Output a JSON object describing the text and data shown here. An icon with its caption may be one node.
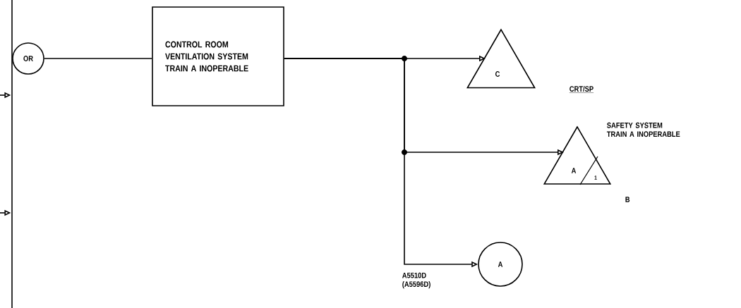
{
  "diagram": {
    "nodes": [
      {
        "text": [
          "OR"
        ]
      },
      {
        "text": [
          "CONTROL ROOM VENTILATION SYSTEM TRAIN A INOPERABLE"
        ]
      },
      {
        "text": [
          "C"
        ]
      },
      {
        "text": [
          "A",
          "1"
        ],
        "beside": [
          "SAFETY SYSTEM TRAIN A INOPERABLE",
          "B"
        ]
      },
      {
        "text": [
          "A"
        ]
      },
      {
        "text": [],
        "shape": "bar"
      }
    ],
    "edges": [
      {
        "from": null,
        "to": 5,
        "arrow": "to"
      },
      {
        "from": null,
        "to": 5,
        "arrow": "to"
      },
      {
        "from": 0,
        "to": 1,
        "arrow": "none"
      },
      {
        "from": 1,
        "to": 2,
        "arrow": "to"
      },
      {
        "from": 1,
        "to": 3,
        "arrow": "to"
      },
      {
        "from": 1,
        "to": 4,
        "arrow": "to"
      }
    ],
    "labels": [
      "CRT/SP",
      "A5510D (A5596D)"
    ]
  }
}
